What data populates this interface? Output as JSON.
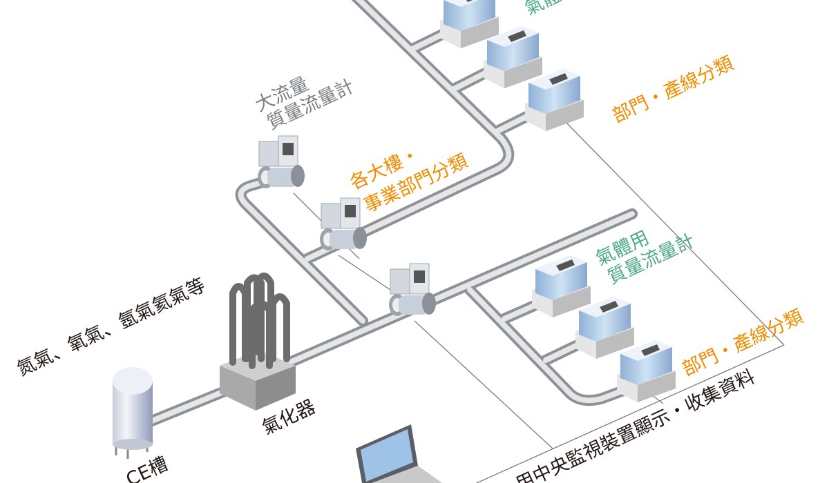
{
  "labels": {
    "gases": "氮氣、氧氣、氬氣氦氣等",
    "vaporizer": "氣化器",
    "ce_tank": "CE槽",
    "large_flow_meter_line1": "大流量",
    "large_flow_meter_line2": "質量流量計",
    "building_class_line1": "各大樓・",
    "building_class_line2": "事業部門分類",
    "gas_meter_line1": "氣體用",
    "gas_meter_line2": "質量流量計",
    "gas_meter_top_partial": "氣體用",
    "dept_line_top": "部門・產線分類",
    "dept_line_bottom": "部門・產線分類",
    "central_monitor": "用中央監視裝置顯示・收集資料"
  },
  "colors": {
    "text": "#231815",
    "orange": "#ef8c00",
    "green": "#4faa88",
    "gray_text": "#7d8186",
    "pipe": "#b9bcc0"
  }
}
